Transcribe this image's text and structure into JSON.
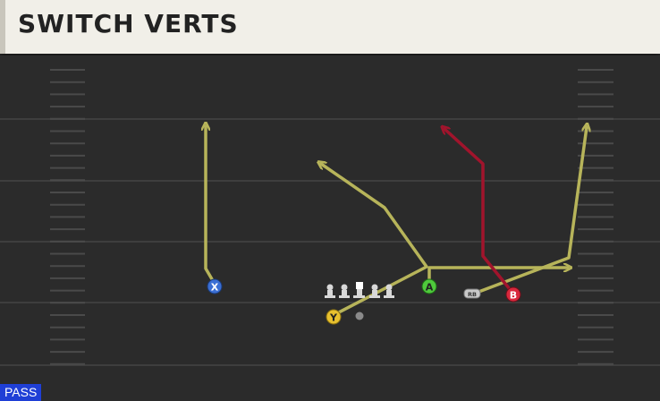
{
  "play": {
    "title": "SWITCH VERTS",
    "type_badge": "PASS"
  },
  "players": {
    "x": {
      "label": "X",
      "color": "#3b6fd4"
    },
    "y": {
      "label": "Y",
      "color": "#e8c12f"
    },
    "a": {
      "label": "A",
      "color": "#4fc93c"
    },
    "b": {
      "label": "B",
      "color": "#d8283c"
    },
    "rb": {
      "label": "RB",
      "color": "#c9c9c9"
    }
  },
  "colors": {
    "field": "#2b2b2b",
    "yard_line": "#3b3b3b",
    "route_primary": "#b7b45a",
    "route_highlight": "#a1142c",
    "header_bg": "#f1efe8",
    "badge_bg": "#1f3fd6"
  }
}
